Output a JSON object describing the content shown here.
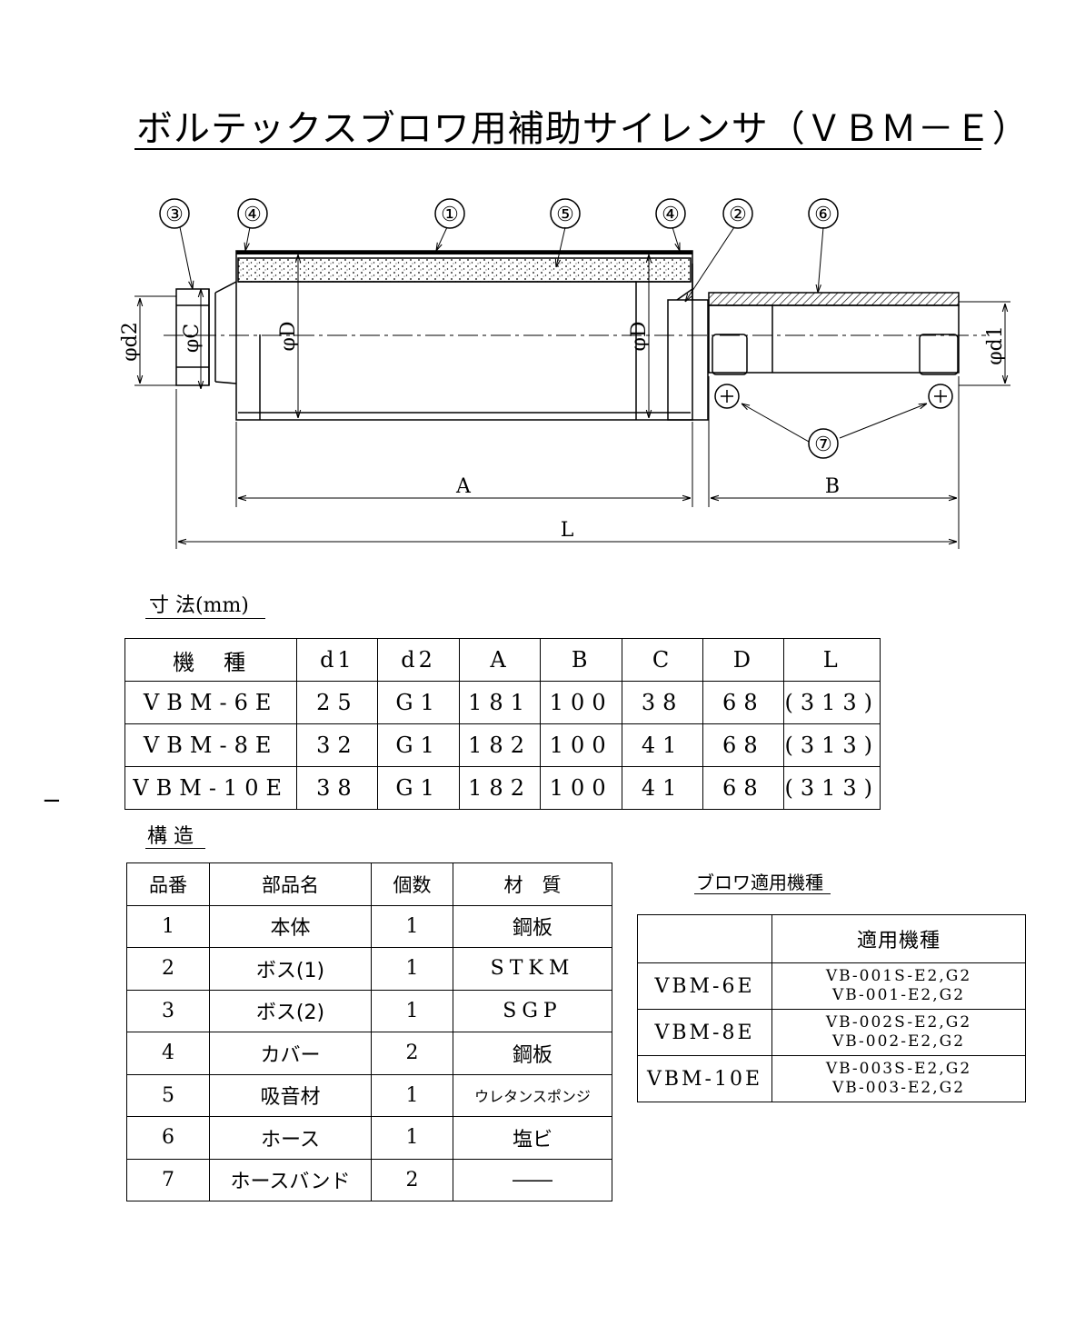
{
  "title": "ボルテックスブロワ用補助サイレンサ（ＶＢＭ－Ｅ）",
  "drawing": {
    "callouts": [
      "③",
      "④",
      "①",
      "⑤",
      "④",
      "②",
      "⑥",
      "⑦"
    ],
    "dim_labels": {
      "phi_d2": "φd2",
      "phi_C": "φC",
      "phi_D_left": "φD",
      "phi_D_right": "φD",
      "phi_d1": "φd1",
      "A": "A",
      "B": "B",
      "L": "L"
    }
  },
  "dimensions": {
    "heading": "寸 法(mm)",
    "headers": [
      "機　種",
      "d1",
      "d2",
      "A",
      "B",
      "C",
      "D",
      "L"
    ],
    "rows": [
      [
        "VBM-6E",
        "25",
        "G1",
        "181",
        "100",
        "38",
        "68",
        "(313)"
      ],
      [
        "VBM-8E",
        "32",
        "G1",
        "182",
        "100",
        "41",
        "68",
        "(313)"
      ],
      [
        "VBM-10E",
        "38",
        "G1",
        "182",
        "100",
        "41",
        "68",
        "(313)"
      ]
    ]
  },
  "structure": {
    "heading": "構 造",
    "headers": [
      "品番",
      "部品名",
      "個数",
      "材　質"
    ],
    "rows": [
      [
        "1",
        "本体",
        "1",
        "鋼板"
      ],
      [
        "2",
        "ボス(1)",
        "1",
        "STKM"
      ],
      [
        "3",
        "ボス(2)",
        "1",
        "SGP"
      ],
      [
        "4",
        "カバー",
        "2",
        "鋼板"
      ],
      [
        "5",
        "吸音材",
        "1",
        "ウレタンスポンジ"
      ],
      [
        "6",
        "ホース",
        "1",
        "塩ビ"
      ],
      [
        "7",
        "ホースバンド",
        "2",
        "――"
      ]
    ]
  },
  "blower": {
    "heading": "ブロワ適用機種",
    "header": "適用機種",
    "rows": [
      {
        "model": "VBM-6E",
        "apply": [
          "VB-001S-E2,G2",
          "VB-001-E2,G2"
        ]
      },
      {
        "model": "VBM-8E",
        "apply": [
          "VB-002S-E2,G2",
          "VB-002-E2,G2"
        ]
      },
      {
        "model": "VBM-10E",
        "apply": [
          "VB-003S-E2,G2",
          "VB-003-E2,G2"
        ]
      }
    ]
  },
  "margin_mark": "−"
}
